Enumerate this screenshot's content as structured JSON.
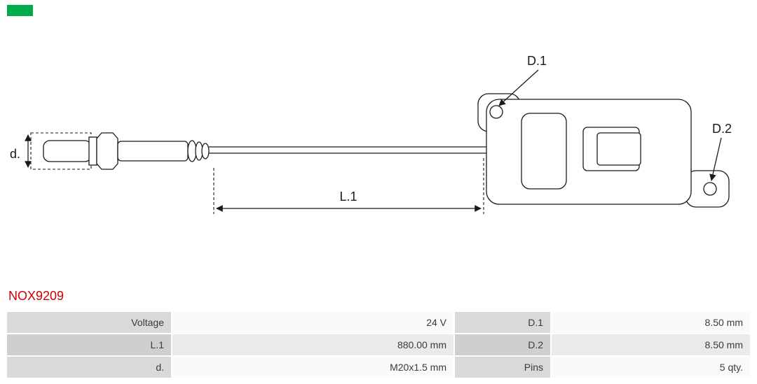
{
  "brand": {
    "logo_color": "#00ac4a"
  },
  "part": {
    "number": "NOX9209",
    "number_color": "#cc0000"
  },
  "diagram": {
    "labels": {
      "d": "d.",
      "l1": "L.1",
      "d1": "D.1",
      "d2": "D.2"
    }
  },
  "specs": {
    "rows": [
      {
        "label1": "Voltage",
        "value1": "24 V",
        "label2": "D.1",
        "value2": "8.50 mm"
      },
      {
        "label1": "L.1",
        "value1": "880.00 mm",
        "label2": "D.2",
        "value2": "8.50 mm"
      },
      {
        "label1": "d.",
        "value1": "M20x1.5 mm",
        "label2": "Pins",
        "value2": "5 qty."
      }
    ]
  }
}
